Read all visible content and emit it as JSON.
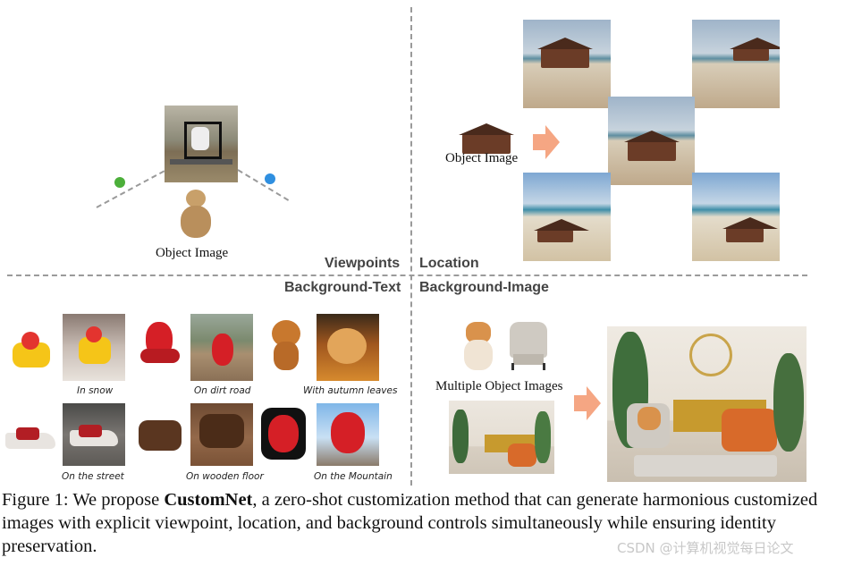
{
  "sections": {
    "viewpoints": "Viewpoints",
    "location": "Location",
    "background_text": "Background-Text",
    "background_image": "Background-Image"
  },
  "labels": {
    "object_image_left": "Object Image",
    "object_image_right": "Object Image",
    "multiple_object_images": "Multiple Object Images"
  },
  "bg_text_captions": {
    "in_snow": "In snow",
    "on_dirt_road": "On dirt road",
    "with_autumn_leaves": "With autumn leaves",
    "on_the_street": "On the street",
    "on_wooden_floor": "On wooden floor",
    "on_the_mountain": "On the Mountain"
  },
  "caption": {
    "prefix": "Figure 1: We propose ",
    "name": "CustomNet",
    "body": ", a zero-shot customization method that can generate harmonious customized images with explicit viewpoint, location, and background controls simultaneously while ensuring identity preservation."
  },
  "watermark": "CSDN @计算机视觉每日论文",
  "colors": {
    "arrow": "#f5a683",
    "divider": "#9a9a9a",
    "label": "#444444"
  }
}
